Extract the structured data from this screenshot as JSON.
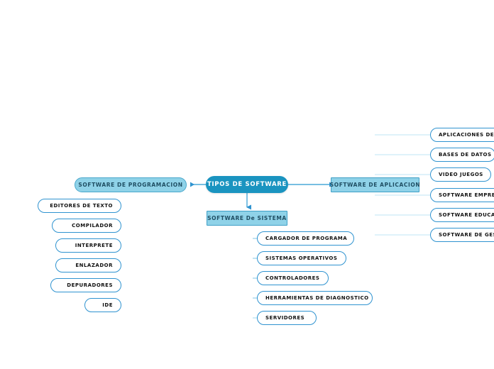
{
  "diagram": {
    "title": "TIPOS DE SOFTWARE",
    "type": "mind-map",
    "background_color": "#ffffff",
    "colors": {
      "root_fill": "#1a94c0",
      "root_text": "#ffffff",
      "branch_fill": "#8fd2e8",
      "branch_text": "#1f4e63",
      "branch_border": "#3f9fc6",
      "leaf_fill": "#ffffff",
      "leaf_text": "#111111",
      "leaf_border": "#2f93d0",
      "connector": "#7ec4e4",
      "spine": "#2f93d0"
    }
  },
  "root": {
    "label": "TIPOS DE SOFTWARE"
  },
  "branches": [
    {
      "id": "programacion",
      "label": "SOFTWARE DE PROGRAMACION",
      "side": "left",
      "children": [
        {
          "label": "EDITORES DE TEXTO"
        },
        {
          "label": "COMPILADOR"
        },
        {
          "label": "INTERPRETE"
        },
        {
          "label": "ENLAZADOR"
        },
        {
          "label": "DEPURADORES"
        },
        {
          "label": "IDE"
        }
      ]
    },
    {
      "id": "sistema",
      "label": "SOFTWARE De SISTEMA",
      "side": "bottom",
      "children": [
        {
          "label": "CARGADOR DE PROGRAMA"
        },
        {
          "label": "SISTEMAS OPERATIVOS"
        },
        {
          "label": "CONTROLADORES"
        },
        {
          "label": "HERRAMIENTAS DE DIAGNOSTICO"
        },
        {
          "label": "SERVIDORES"
        }
      ]
    },
    {
      "id": "aplicacion",
      "label": "SOFTWARE DE APLICACION",
      "side": "right",
      "children": [
        {
          "label": "APLICACIONES DE",
          "clipped": true
        },
        {
          "label": "BASES DE DATOS",
          "clipped": false
        },
        {
          "label": "VIDEO JUEGOS",
          "clipped": false
        },
        {
          "label": "SOFTWARE EMPRES",
          "clipped": true
        },
        {
          "label": "SOFTWARE EDUCAT",
          "clipped": true
        },
        {
          "label": "SOFTWARE DE GES",
          "clipped": true
        }
      ]
    }
  ]
}
